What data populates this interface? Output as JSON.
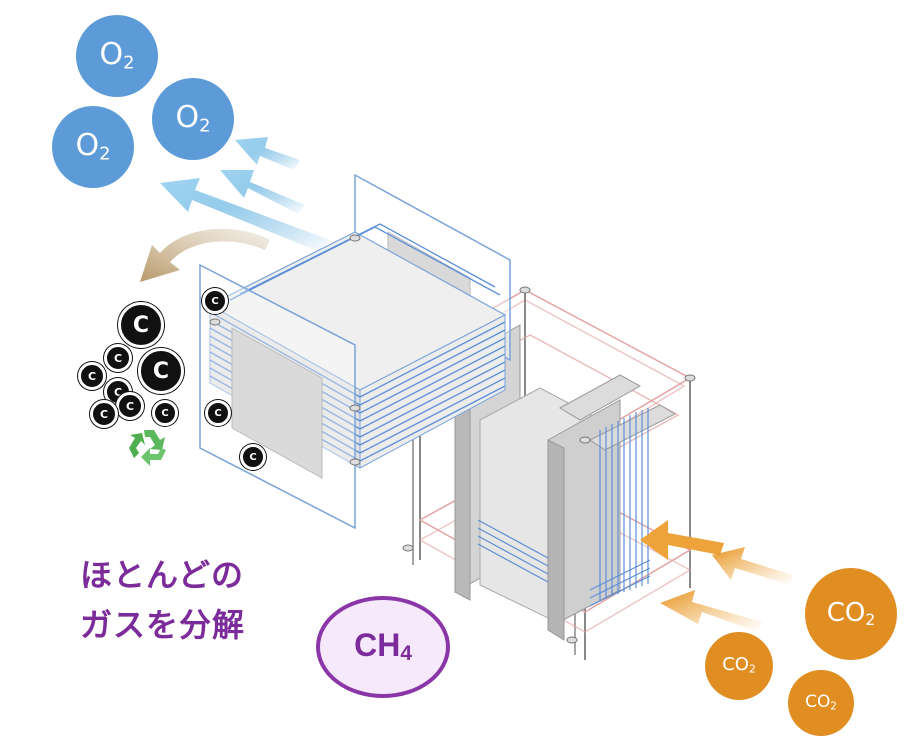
{
  "caption": {
    "line1": "ほとんどの",
    "line2": "ガスを分解"
  },
  "ch4": {
    "main": "CH",
    "sub": "4"
  },
  "o2_label": {
    "main": "O",
    "sub": "2"
  },
  "co2_label": {
    "main": "CO",
    "sub": "2"
  },
  "carbon_label": "C",
  "colors": {
    "oxygen": "#5c9bd8",
    "co2": "#e08e22",
    "caption": "#7b2c9a",
    "carbon": "#111111",
    "recycle": "#5cb85c",
    "blue_frame": "#6b9bd6",
    "red_frame": "#e2a0a0"
  },
  "icons": [
    "recycle-icon",
    "arrow-icon"
  ]
}
